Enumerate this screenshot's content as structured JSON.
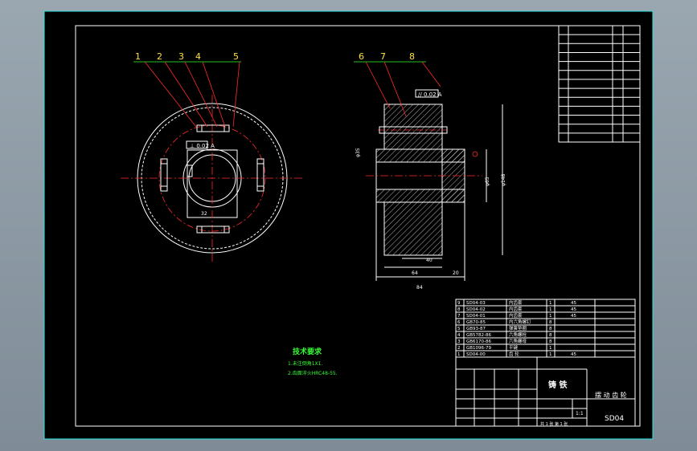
{
  "callouts_left": [
    "1",
    "2",
    "3",
    "4",
    "5"
  ],
  "callouts_right": [
    "6",
    "7",
    "8"
  ],
  "tech": {
    "title": "技术要求",
    "line1": "1.未注倒角1X1.",
    "line2": "2.齿面淬火HRC48-55."
  },
  "bom": {
    "rows": [
      {
        "no": "9",
        "code": "SD04-03",
        "name": "内齿套",
        "qty": "1",
        "mat": "45"
      },
      {
        "no": "8",
        "code": "SD04-02",
        "name": "内齿套",
        "qty": "1",
        "mat": "45"
      },
      {
        "no": "7",
        "code": "SD04-01",
        "name": "内齿套",
        "qty": "1",
        "mat": "45"
      },
      {
        "no": "6",
        "code": "GB70-85",
        "name": "内六角螺钉",
        "qty": "8",
        "mat": ""
      },
      {
        "no": "5",
        "code": "GB93-87",
        "name": "弹簧垫圈",
        "qty": "8",
        "mat": ""
      },
      {
        "no": "4",
        "code": "GB5782-86",
        "name": "六角螺栓",
        "qty": "8",
        "mat": ""
      },
      {
        "no": "3",
        "code": "GB6170-86",
        "name": "六角螺母",
        "qty": "8",
        "mat": ""
      },
      {
        "no": "2",
        "code": "GB1096-79",
        "name": "平键",
        "qty": "1",
        "mat": ""
      },
      {
        "no": "1",
        "code": "SD04-00",
        "name": "齿 轮",
        "qty": "1",
        "mat": "45"
      }
    ]
  },
  "titleblock": {
    "material": "铸 铁",
    "part": "摆 动 齿 轮",
    "drawing_no": "SD04",
    "scale": "1:1",
    "sheet": "共 1 张 第 1 张"
  }
}
